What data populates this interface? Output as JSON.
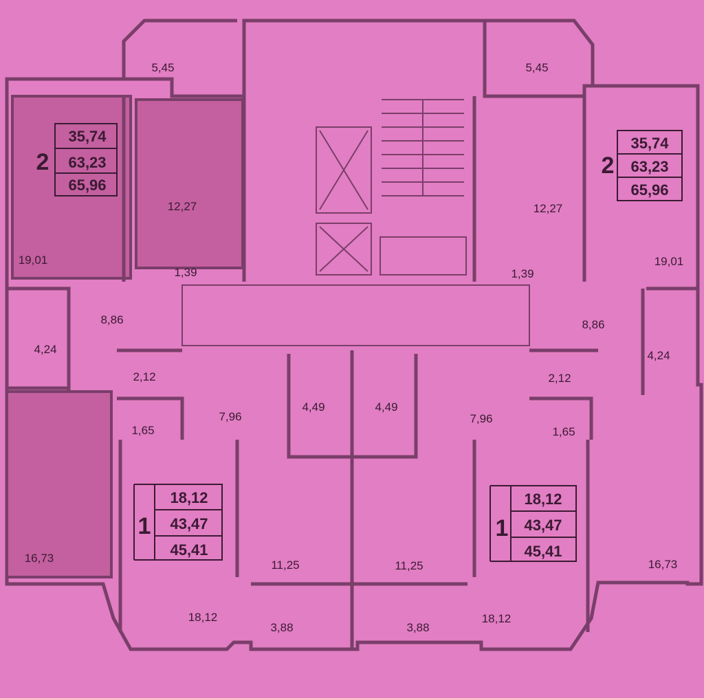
{
  "colors": {
    "background": "#e27ec3",
    "walls": "#7a3e6a",
    "filled_room": "#c4609f"
  },
  "apartments": [
    {
      "id": "2-left",
      "rooms": "2",
      "values": [
        "35,74",
        "63,23",
        "65,96"
      ]
    },
    {
      "id": "2-right",
      "rooms": "2",
      "values": [
        "35,74",
        "63,23",
        "65,96"
      ]
    },
    {
      "id": "1-left",
      "rooms": "1",
      "values": [
        "18,12",
        "43,47",
        "45,41"
      ]
    },
    {
      "id": "1-right",
      "rooms": "1",
      "values": [
        "18,12",
        "43,47",
        "45,41"
      ]
    }
  ],
  "room_areas": {
    "balcony_tl": "5,45",
    "balcony_tr": "5,45",
    "kitchen_l": "12,27",
    "kitchen_r": "12,27",
    "room_l": "19,01",
    "room_r": "19,01",
    "wc_l": "1,39",
    "wc_r": "1,39",
    "hall_l": "8,86",
    "hall_r": "8,86",
    "bath_l": "4,24",
    "bath_r": "4,24",
    "closet_l": "2,12",
    "closet_r": "2,12",
    "closet2_l": "1,65",
    "closet2_r": "1,65",
    "hall1_l": "7,96",
    "hall1_r": "7,96",
    "bath1_l": "4,49",
    "bath1_r": "4,49",
    "room2_l": "16,73",
    "room2_r": "16,73",
    "kitchen1_l": "11,25",
    "kitchen1_r": "11,25",
    "room1_l": "18,12",
    "room1_r": "18,12",
    "loggia_l": "3,88",
    "loggia_r": "3,88"
  }
}
